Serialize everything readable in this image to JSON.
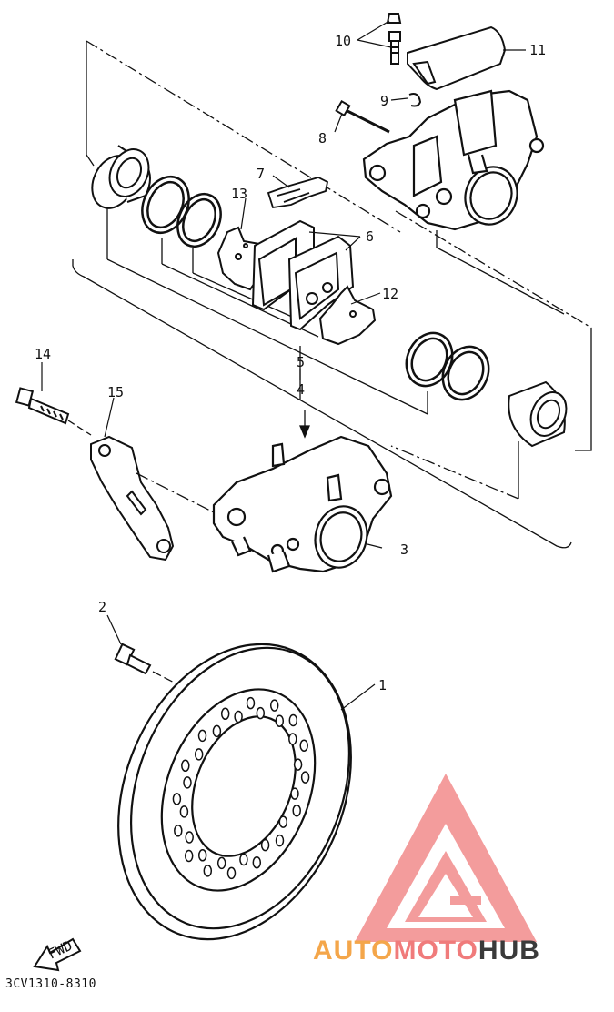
{
  "diagram": {
    "callouts": {
      "c1": "1",
      "c2": "2",
      "c3": "3",
      "c4": "4",
      "c5": "5",
      "c6": "6",
      "c7": "7",
      "c8": "8",
      "c9": "9",
      "c10": "10",
      "c11": "11",
      "c12": "12",
      "c13": "13",
      "c14": "14",
      "c15": "15"
    },
    "fwd_label": "FWD",
    "part_code": "3CV1310-8310"
  },
  "watermark": {
    "part1": "AUTO",
    "part2": "MOTO",
    "part3": "HUB",
    "colors": {
      "auto": "#f4a64a",
      "moto": "#f07b7b",
      "hub": "#3a3a3a",
      "logo": "#f28b8b"
    }
  }
}
